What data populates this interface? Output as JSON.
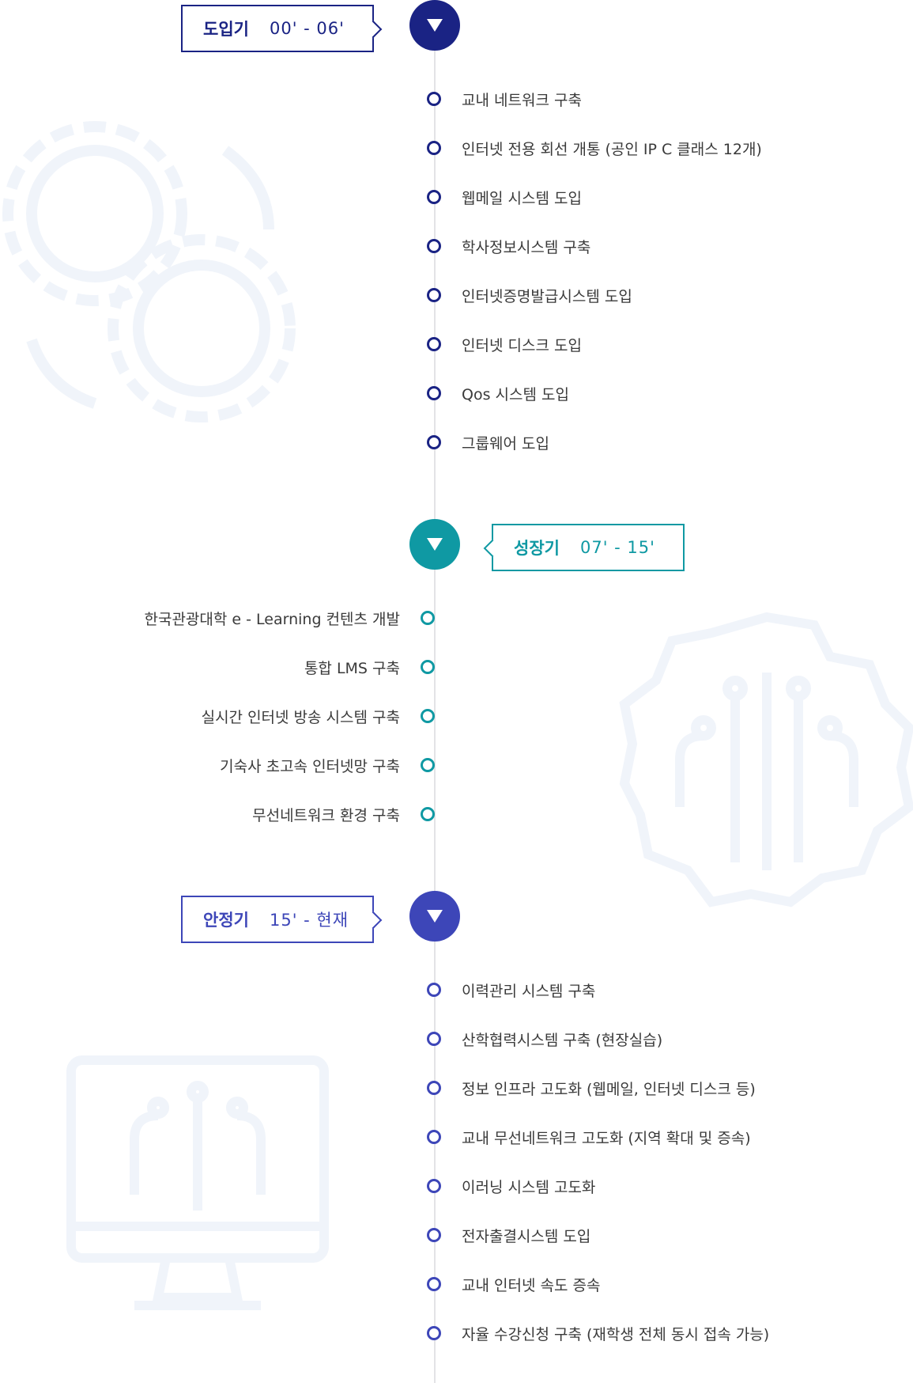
{
  "phases": [
    {
      "name": "도입기",
      "range": "00' - 06'",
      "color": "#1a2384",
      "items": [
        "교내 네트워크 구축",
        "인터넷 전용 회선 개통 (공인 IP C 클래스 12개)",
        "웹메일 시스템 도입",
        "학사정보시스템 구축",
        "인터넷증명발급시스템 도입",
        "인터넷 디스크 도입",
        "Qos 시스템 도입",
        "그룹웨어 도입"
      ]
    },
    {
      "name": "성장기",
      "range": "07' - 15'",
      "color": "#0f99a3",
      "items": [
        "한국관광대학 e - Learning 컨텐츠 개발",
        "통합 LMS 구축",
        "실시간 인터넷 방송 시스템 구축",
        "기숙사 초고속 인터넷망 구축",
        "무선네트워크 환경 구축"
      ]
    },
    {
      "name": "안정기",
      "range": "15' - 현재",
      "color": "#3d46b8",
      "items": [
        "이력관리 시스템 구축",
        "산학협력시스템 구축 (현장실습)",
        "정보 인프라 고도화 (웹메일, 인터넷 디스크 등)",
        "교내 무선네트워크 고도화 (지역 확대 및 증속)",
        "이러닝 시스템 고도화",
        "전자출결시스템 도입",
        "교내 인터넷 속도 증속",
        "자율 수강신청 구축 (재학생 전체 동시 접속 가능)"
      ]
    }
  ],
  "icons": {
    "marker": "triangle-down-icon",
    "deco_1": "gears-icon",
    "deco_2": "circuit-gear-icon",
    "deco_3": "circuit-monitor-icon"
  }
}
